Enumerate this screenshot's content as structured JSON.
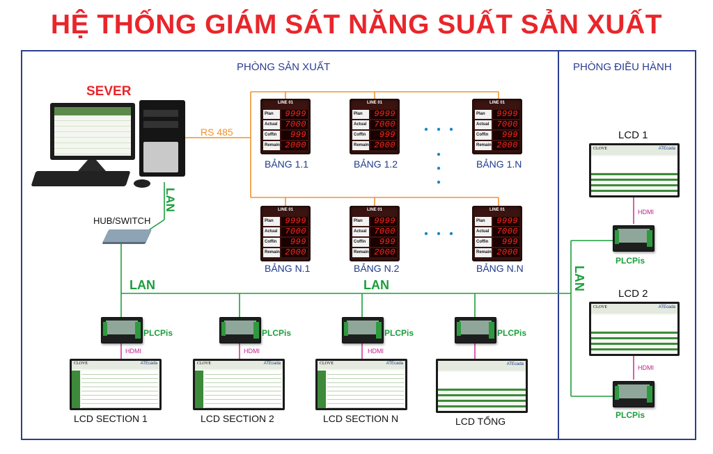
{
  "title": "HỆ THỐNG GIÁM SÁT NĂNG SUẤT SẢN XUẤT",
  "regions": {
    "production": "PHÒNG SẢN XUẤT",
    "control": "PHÒNG ĐIỀU HÀNH"
  },
  "server": {
    "label": "SEVER",
    "rs485": "RS 485",
    "lan": "LAN",
    "hub": "HUB/SWITCH"
  },
  "board_common": {
    "header": "LINE 01",
    "rows": [
      {
        "label": "Plan",
        "value": "9999"
      },
      {
        "label": "Actual",
        "value": "7000"
      },
      {
        "label": "Coffin",
        "value": "999"
      },
      {
        "label": "Remain",
        "value": "2000"
      }
    ]
  },
  "boards": {
    "b11": "BẢNG 1.1",
    "b12": "BẢNG 1.2",
    "b1n": "BẢNG 1.N",
    "bn1": "BẢNG N.1",
    "bn2": "BẢNG N.2",
    "bnn": "BẢNG N.N"
  },
  "network": {
    "lan_left": "LAN",
    "lan_mid": "LAN",
    "lan_right": "LAN"
  },
  "plc_label": "PLCPis",
  "hdmi_label": "HDMI",
  "sections": {
    "s1": "LCD SECTION 1",
    "s2": "LCD SECTION 2",
    "sn": "LCD SECTION N",
    "tong": "LCD TỔNG"
  },
  "lcd_right": {
    "lcd1": "LCD 1",
    "lcd2": "LCD 2"
  },
  "screen_brand": {
    "clove": "CLOVE",
    "tecada": "ATEcada"
  },
  "colors": {
    "title": "#e8262b",
    "frame": "#2b3d8f",
    "lan": "#1a9e3a",
    "rs485": "#f0932b",
    "hdmi": "#c21d8c"
  }
}
